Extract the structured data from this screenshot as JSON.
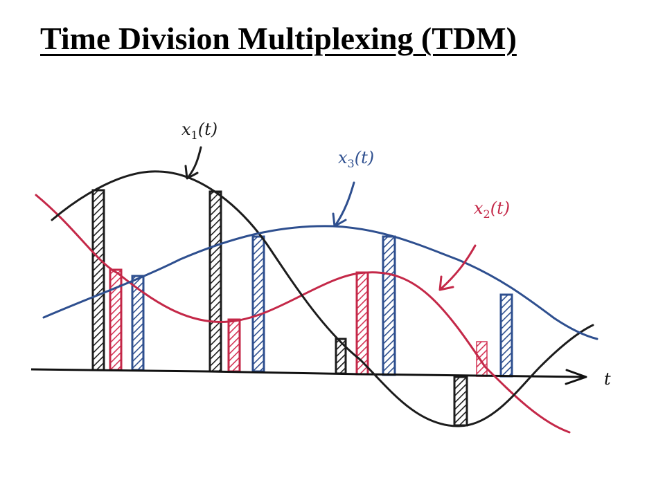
{
  "title": "Time Division Multiplexing (TDM)",
  "signals": [
    {
      "id": "x1",
      "base": "x",
      "sub": "1",
      "arg": "(t)",
      "color": "#1c1c1c"
    },
    {
      "id": "x3",
      "base": "x",
      "sub": "3",
      "arg": "(t)",
      "color": "#2e4f8f"
    },
    {
      "id": "x2",
      "base": "x",
      "sub": "2",
      "arg": "(t)",
      "color": "#c42848"
    }
  ],
  "axis": {
    "label": "t"
  },
  "colors": {
    "background": "#ffffff",
    "title": "#000000",
    "axis": "#111111",
    "slot_black": "#1c1c1c",
    "slot_red": "#d43355",
    "slot_blue": "#2e4f8f"
  }
}
